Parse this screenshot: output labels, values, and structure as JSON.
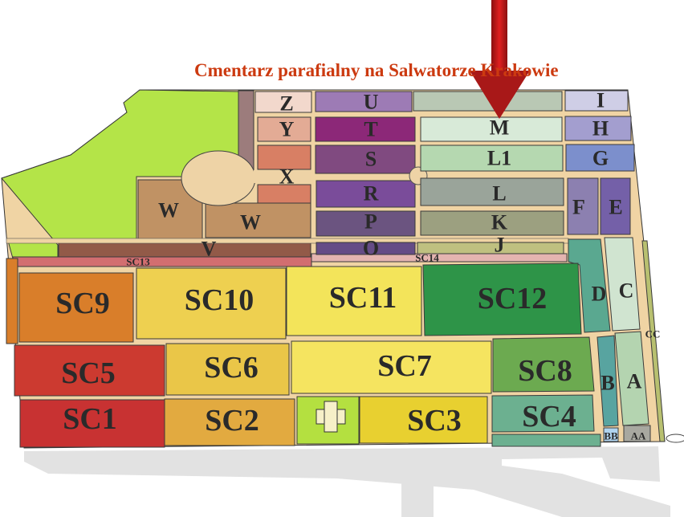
{
  "title": "Cmentarz parafialny na Salwatorze Krakowie",
  "colors": {
    "road": "#f0d4a4",
    "arrow": "#c01818",
    "title": "#cc3a10"
  },
  "sections": {
    "Z": "Z",
    "Y": "Y",
    "X": "X",
    "W1": "W",
    "W2": "W",
    "V": "V",
    "SC13": "SC13",
    "U": "U",
    "T": "T",
    "S": "S",
    "R": "R",
    "P": "P",
    "O": "O",
    "SC14": "SC14",
    "M": "M",
    "L1": "L1",
    "L": "L",
    "K": "K",
    "J": "J",
    "I": "I",
    "H": "H",
    "G": "G",
    "F": "F",
    "E": "E",
    "D": "D",
    "C": "C",
    "CC": "CC",
    "SC9": "SC9",
    "SC10": "SC10",
    "SC11": "SC11",
    "SC12": "SC12",
    "SC5": "SC5",
    "SC6": "SC6",
    "SC7": "SC7",
    "SC8": "SC8",
    "SC1": "SC1",
    "SC2": "SC2",
    "SC3": "SC3",
    "SC4": "SC4",
    "B": "B",
    "A": "A",
    "BB": "BB",
    "AA": "AA"
  }
}
